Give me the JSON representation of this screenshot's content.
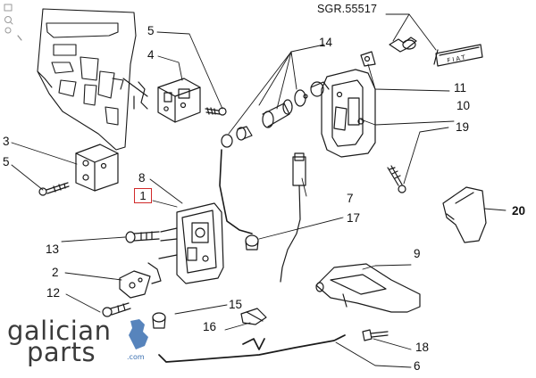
{
  "reference": "SGR.55517",
  "fiat_badge": "FIAT",
  "callouts": {
    "c1": "1",
    "c2": "2",
    "c3": "3",
    "c4": "4",
    "c5a": "5",
    "c5b": "5",
    "c6": "6",
    "c7": "7",
    "c8": "8",
    "c9": "9",
    "c10": "10",
    "c11": "11",
    "c12": "12",
    "c13": "13",
    "c14": "14",
    "c15": "15",
    "c16": "16",
    "c17": "17",
    "c18": "18",
    "c19": "19",
    "c20": "20"
  },
  "logo": {
    "line1": "galician",
    "line2": "parts",
    "suffix": ".com",
    "accent": "#3a6fb0"
  },
  "toolbar_icons": [
    "zoom-in-icon",
    "zoom-out-icon",
    "fit-icon"
  ]
}
